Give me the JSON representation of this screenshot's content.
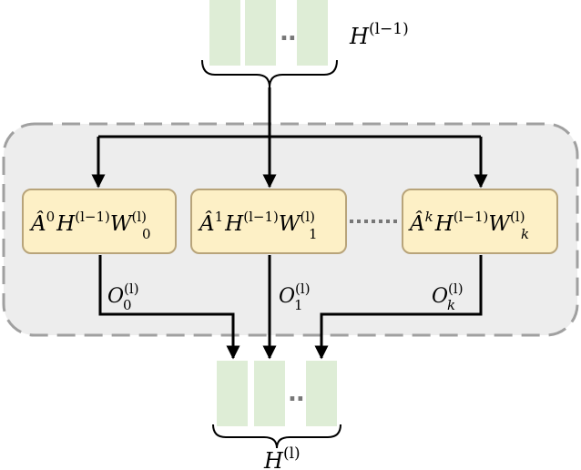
{
  "input": {
    "label": {
      "base": "H",
      "sup": "(l−1)"
    }
  },
  "output": {
    "label": {
      "base": "H",
      "sup": "(l)"
    }
  },
  "ellipsis": "..",
  "branches": [
    {
      "formula": {
        "a_sup": "0",
        "h": "H",
        "h_sup": "(l−1)",
        "w": "W",
        "w_sub": "0",
        "w_sup": "(l)"
      },
      "out": {
        "base": "O",
        "sub": "0",
        "sup": "(l)"
      }
    },
    {
      "formula": {
        "a_sup": "1",
        "h": "H",
        "h_sup": "(l−1)",
        "w": "W",
        "w_sub": "1",
        "w_sup": "(l)"
      },
      "out": {
        "base": "O",
        "sub": "1",
        "sup": "(l)"
      }
    },
    {
      "formula": {
        "a_sup": "k",
        "h": "H",
        "h_sup": "(l−1)",
        "w": "W",
        "w_sub": "k",
        "w_sup": "(l)"
      },
      "out": {
        "base": "O",
        "sub": "k",
        "sup": "(l)"
      }
    }
  ],
  "colors": {
    "feature_block": "#deedd6",
    "node_fill": "#fdf0c6",
    "node_stroke": "#b8a47a",
    "container_fill": "#ededed",
    "container_stroke": "#a0a0a0",
    "dots": "#777777",
    "line": "#000000"
  }
}
